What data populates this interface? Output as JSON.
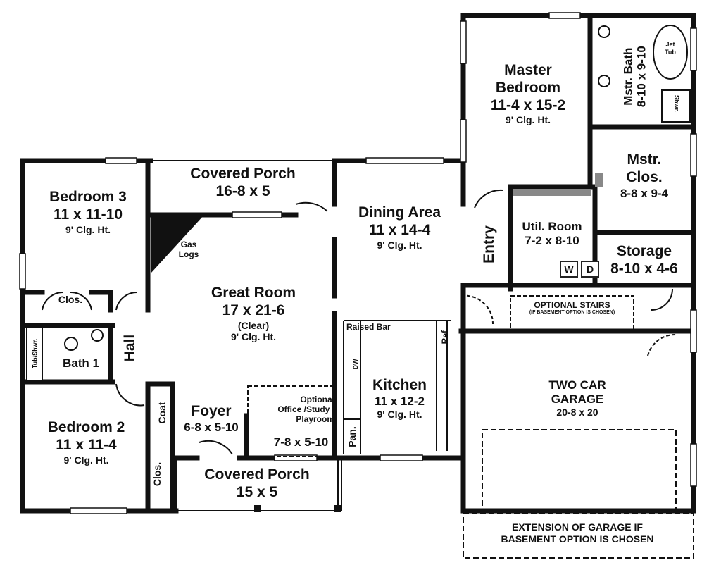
{
  "rooms": {
    "bedroom3": {
      "name": "Bedroom 3",
      "size": "11 x 11-10",
      "ceiling": "9' Clg. Ht."
    },
    "covered_porch_top": {
      "name": "Covered Porch",
      "size": "16-8 x 5"
    },
    "gas_logs": {
      "line1": "Gas",
      "line2": "Logs"
    },
    "dining": {
      "name": "Dining Area",
      "size": "11 x 14-4",
      "ceiling": "9' Clg. Ht."
    },
    "master_bedroom": {
      "line1": "Master",
      "line2": "Bedroom",
      "size": "11-4 x 15-2",
      "ceiling": "9' Clg. Ht."
    },
    "master_bath": {
      "name": "Mstr. Bath",
      "size": "8-10 x 9-10"
    },
    "jet_tub": {
      "line1": "Jet",
      "line2": "Tub"
    },
    "shower_master": "Shwr.",
    "master_closet": {
      "line1": "Mstr.",
      "line2": "Clos.",
      "size": "8-8 x 9-4"
    },
    "entry": "Entry",
    "utility": {
      "name": "Util. Room",
      "size": "7-2 x 8-10",
      "washer": "W",
      "dryer": "D"
    },
    "storage": {
      "name": "Storage",
      "size": "8-10 x 4-6"
    },
    "closet_bed3": "Clos.",
    "great_room": {
      "name": "Great Room",
      "size": "17 x 21-6",
      "note": "(Clear)",
      "ceiling": "9' Clg. Ht."
    },
    "hall": "Hall",
    "bath1": {
      "name": "Bath 1",
      "tub": "Tub/Shwr."
    },
    "optional_stairs": {
      "line1": "OPTIONAL STAIRS",
      "line2": "(IF BASEMENT OPTION IS CHOSEN)"
    },
    "raised_bar": "Raised Bar",
    "ref": "Ref.",
    "dw": "DW",
    "kitchen": {
      "name": "Kitchen",
      "size": "11 x 12-2",
      "ceiling": "9' Clg. Ht."
    },
    "pantry": "Pan.",
    "garage": {
      "line1": "TWO CAR",
      "line2": "GARAGE",
      "size": "20-8 x 20"
    },
    "bedroom2": {
      "name": "Bedroom 2",
      "size": "11 x 11-4",
      "ceiling": "9' Clg. Ht."
    },
    "coat": "Coat",
    "closet_bed2": "Clos.",
    "foyer": {
      "name": "Foyer",
      "size": "6-8 x 5-10"
    },
    "office": {
      "line1": "Optional",
      "line2": "Office /Study /",
      "line3": "Playroom",
      "size": "7-8 x 5-10"
    },
    "covered_porch_front": {
      "name": "Covered Porch",
      "size": "15 x 5"
    },
    "garage_extension": {
      "line1": "EXTENSION OF GARAGE IF",
      "line2": "BASEMENT OPTION IS CHOSEN"
    }
  }
}
